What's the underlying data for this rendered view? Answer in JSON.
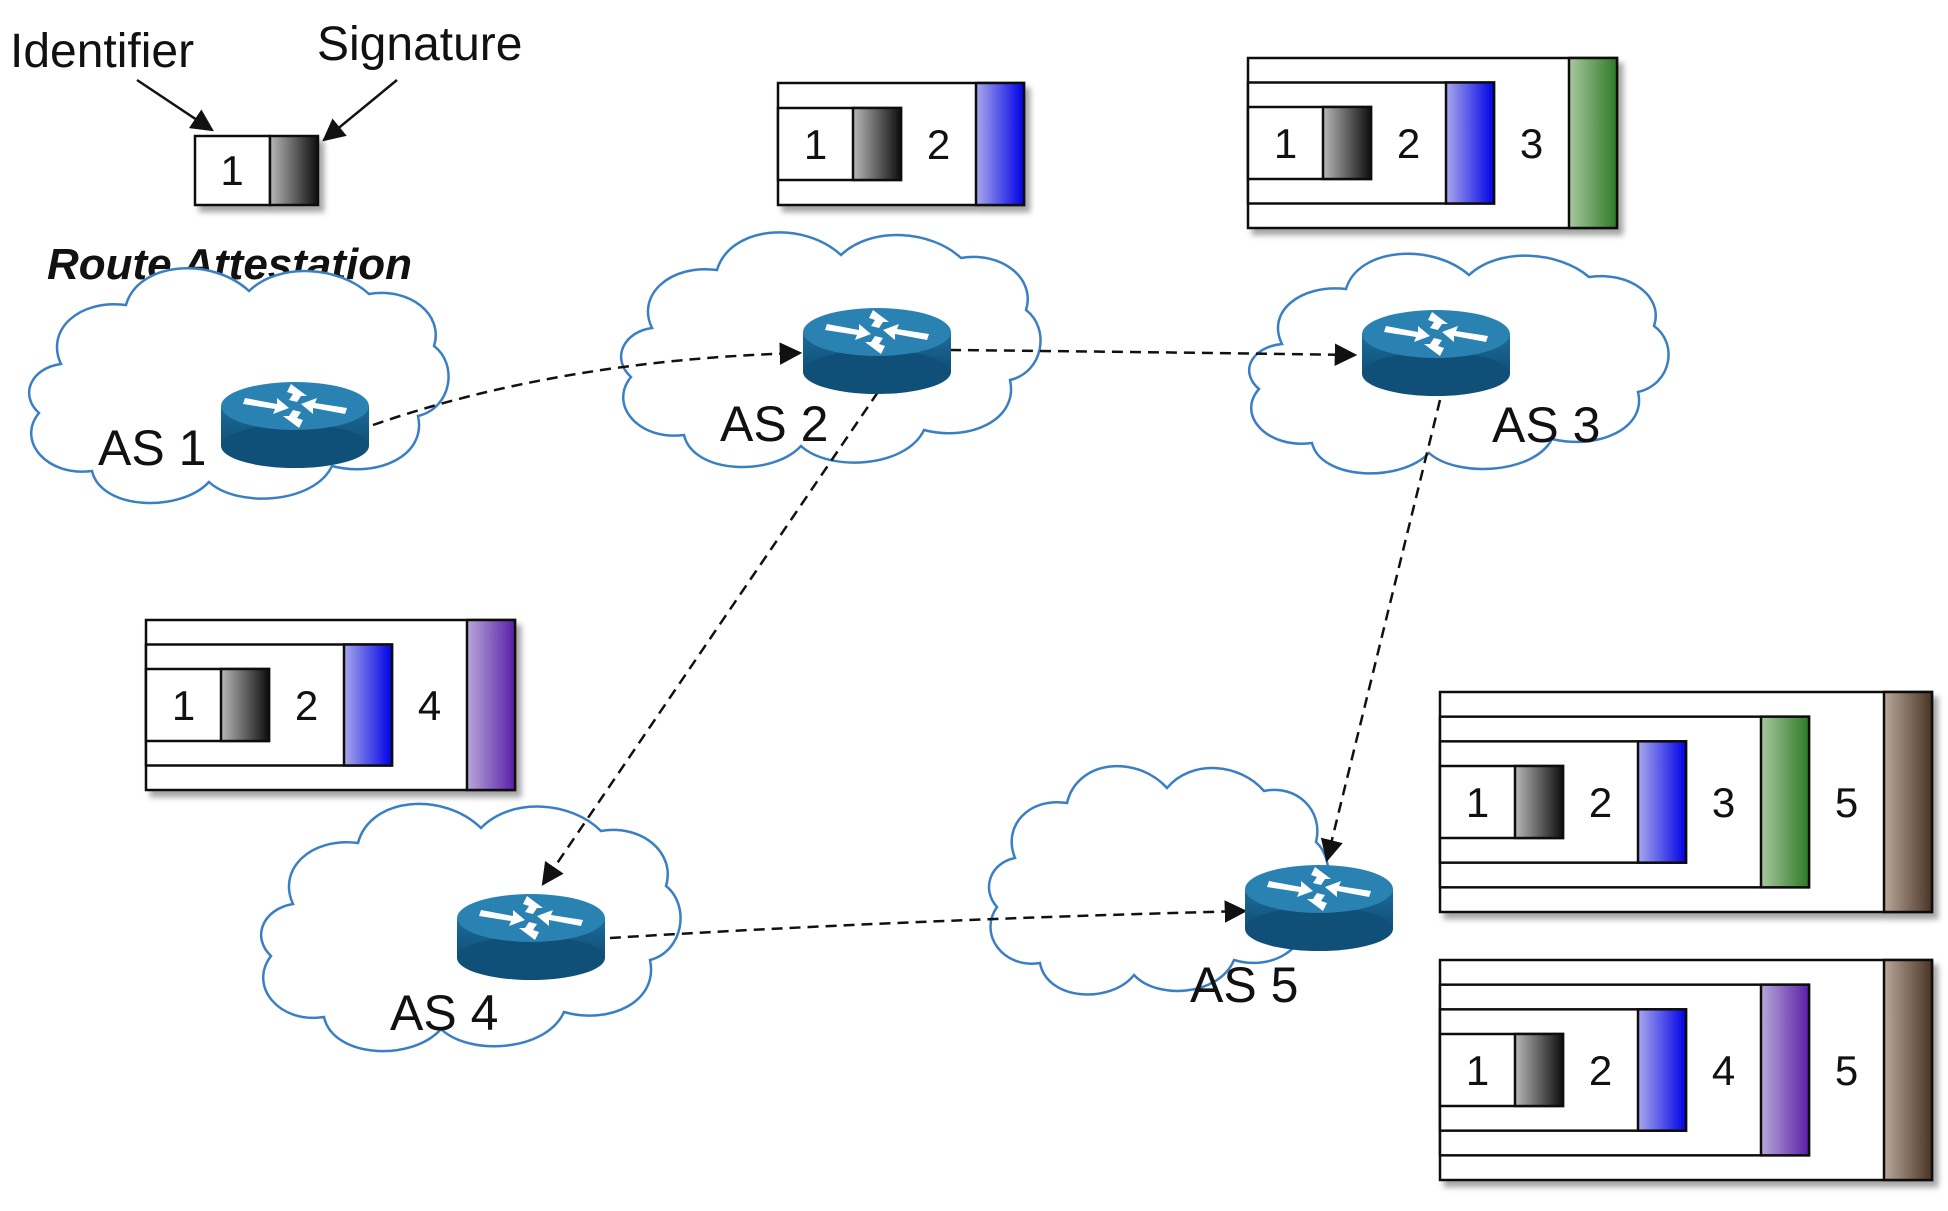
{
  "legend": {
    "identifier_label": "Identifier",
    "signature_label": "Signature",
    "sample_id": "1",
    "title": "Route Attestation"
  },
  "nodes": [
    {
      "id": "as1",
      "label": "AS 1"
    },
    {
      "id": "as2",
      "label": "AS 2"
    },
    {
      "id": "as3",
      "label": "AS 3"
    },
    {
      "id": "as4",
      "label": "AS 4"
    },
    {
      "id": "as5",
      "label": "AS 5"
    }
  ],
  "edges": [
    {
      "from": "as1",
      "to": "as2"
    },
    {
      "from": "as2",
      "to": "as3"
    },
    {
      "from": "as2",
      "to": "as4"
    },
    {
      "from": "as3",
      "to": "as5"
    },
    {
      "from": "as4",
      "to": "as5"
    }
  ],
  "colors": {
    "identifier_1": "#111111",
    "signature_2": "#1a1aee",
    "signature_3": "#3f8a35",
    "signature_4": "#6a2fae",
    "signature_5": "#5a4032",
    "router": "#1f6f9e",
    "cloud_stroke": "#3a7fc4"
  },
  "attestations": [
    {
      "id": "att-as2",
      "layers": [
        "1",
        "2"
      ]
    },
    {
      "id": "att-as3",
      "layers": [
        "1",
        "2",
        "3"
      ]
    },
    {
      "id": "att-as4",
      "layers": [
        "1",
        "2",
        "4"
      ]
    },
    {
      "id": "att-as5-via3",
      "layers": [
        "1",
        "2",
        "3",
        "5"
      ]
    },
    {
      "id": "att-as5-via4",
      "layers": [
        "1",
        "2",
        "4",
        "5"
      ]
    }
  ]
}
